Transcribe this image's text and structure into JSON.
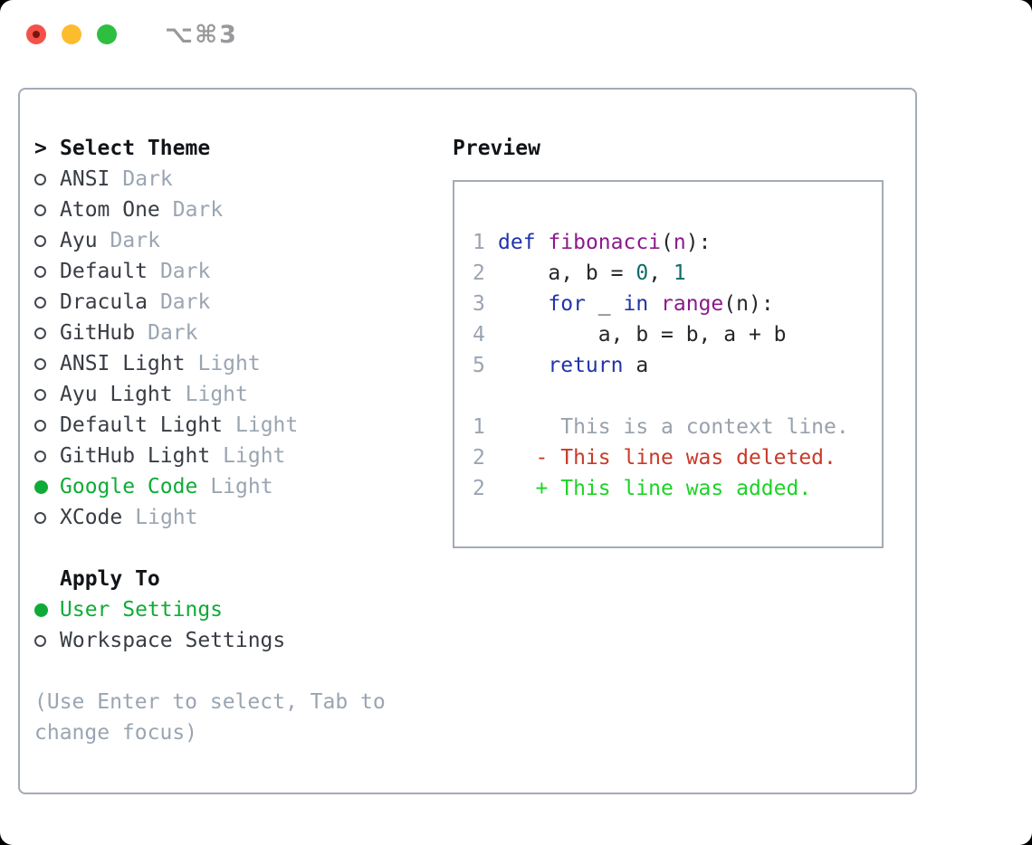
{
  "window": {
    "title": "⌥⌘3"
  },
  "colors": {
    "accent_green": "#10ab37",
    "diff_added_green": "#1cd326",
    "diff_removed_red": "#c83a28",
    "keyword_blue": "#2233aa",
    "function_purple": "#8b1a8b",
    "literal_teal": "#0d6c6c",
    "muted_gray": "#9aa5b2",
    "text_dark": "#383d44",
    "border_gray": "#a3abb6",
    "traffic_red": "#f3524a",
    "traffic_yellow": "#fcbc2e",
    "traffic_green": "#2ebe40"
  },
  "theme_picker": {
    "header_marker": ">",
    "header": "Select Theme",
    "items": [
      {
        "name": "ANSI",
        "tag": "Dark",
        "selected": false
      },
      {
        "name": "Atom One",
        "tag": "Dark",
        "selected": false
      },
      {
        "name": "Ayu",
        "tag": "Dark",
        "selected": false
      },
      {
        "name": "Default",
        "tag": "Dark",
        "selected": false
      },
      {
        "name": "Dracula",
        "tag": "Dark",
        "selected": false
      },
      {
        "name": "GitHub",
        "tag": "Dark",
        "selected": false
      },
      {
        "name": "ANSI Light",
        "tag": "Light",
        "selected": false
      },
      {
        "name": "Ayu Light",
        "tag": "Light",
        "selected": false
      },
      {
        "name": "Default Light",
        "tag": "Light",
        "selected": false
      },
      {
        "name": "GitHub Light",
        "tag": "Light",
        "selected": false
      },
      {
        "name": "Google Code",
        "tag": "Light",
        "selected": true
      },
      {
        "name": "XCode",
        "tag": "Light",
        "selected": false
      }
    ],
    "apply_to": {
      "header": "Apply To",
      "options": [
        {
          "label": "User Settings",
          "selected": true
        },
        {
          "label": "Workspace Settings",
          "selected": false
        }
      ]
    },
    "hint": "(Use Enter to select, Tab to\nchange focus)"
  },
  "preview": {
    "header": "Preview",
    "code_lines": [
      {
        "num": "1",
        "segments": [
          [
            "def",
            "kw"
          ],
          [
            " ",
            "pl"
          ],
          [
            "fibonacci",
            "fn"
          ],
          [
            "(",
            "pl"
          ],
          [
            "n",
            "fn"
          ],
          [
            "):",
            "pl"
          ]
        ]
      },
      {
        "num": "2",
        "segments": [
          [
            "    a, b = ",
            "pl"
          ],
          [
            "0",
            "lit"
          ],
          [
            ", ",
            "pl"
          ],
          [
            "1",
            "lit"
          ]
        ]
      },
      {
        "num": "3",
        "segments": [
          [
            "    ",
            "pl"
          ],
          [
            "for",
            "kw"
          ],
          [
            " _ ",
            "pl"
          ],
          [
            "in",
            "kw"
          ],
          [
            " ",
            "pl"
          ],
          [
            "range",
            "fn"
          ],
          [
            "(n):",
            "pl"
          ]
        ]
      },
      {
        "num": "4",
        "segments": [
          [
            "        a, b = b, a + b",
            "pl"
          ]
        ]
      },
      {
        "num": "5",
        "segments": [
          [
            "    ",
            "pl"
          ],
          [
            "return",
            "kw"
          ],
          [
            " a",
            "pl"
          ]
        ]
      }
    ],
    "diff_lines": [
      {
        "num": "1",
        "segments": [
          [
            "     This is a context line.",
            "ctx"
          ]
        ]
      },
      {
        "num": "2",
        "segments": [
          [
            "   - This line was deleted.",
            "del"
          ]
        ]
      },
      {
        "num": "2",
        "segments": [
          [
            "   + This line was added.",
            "add"
          ]
        ]
      }
    ]
  }
}
